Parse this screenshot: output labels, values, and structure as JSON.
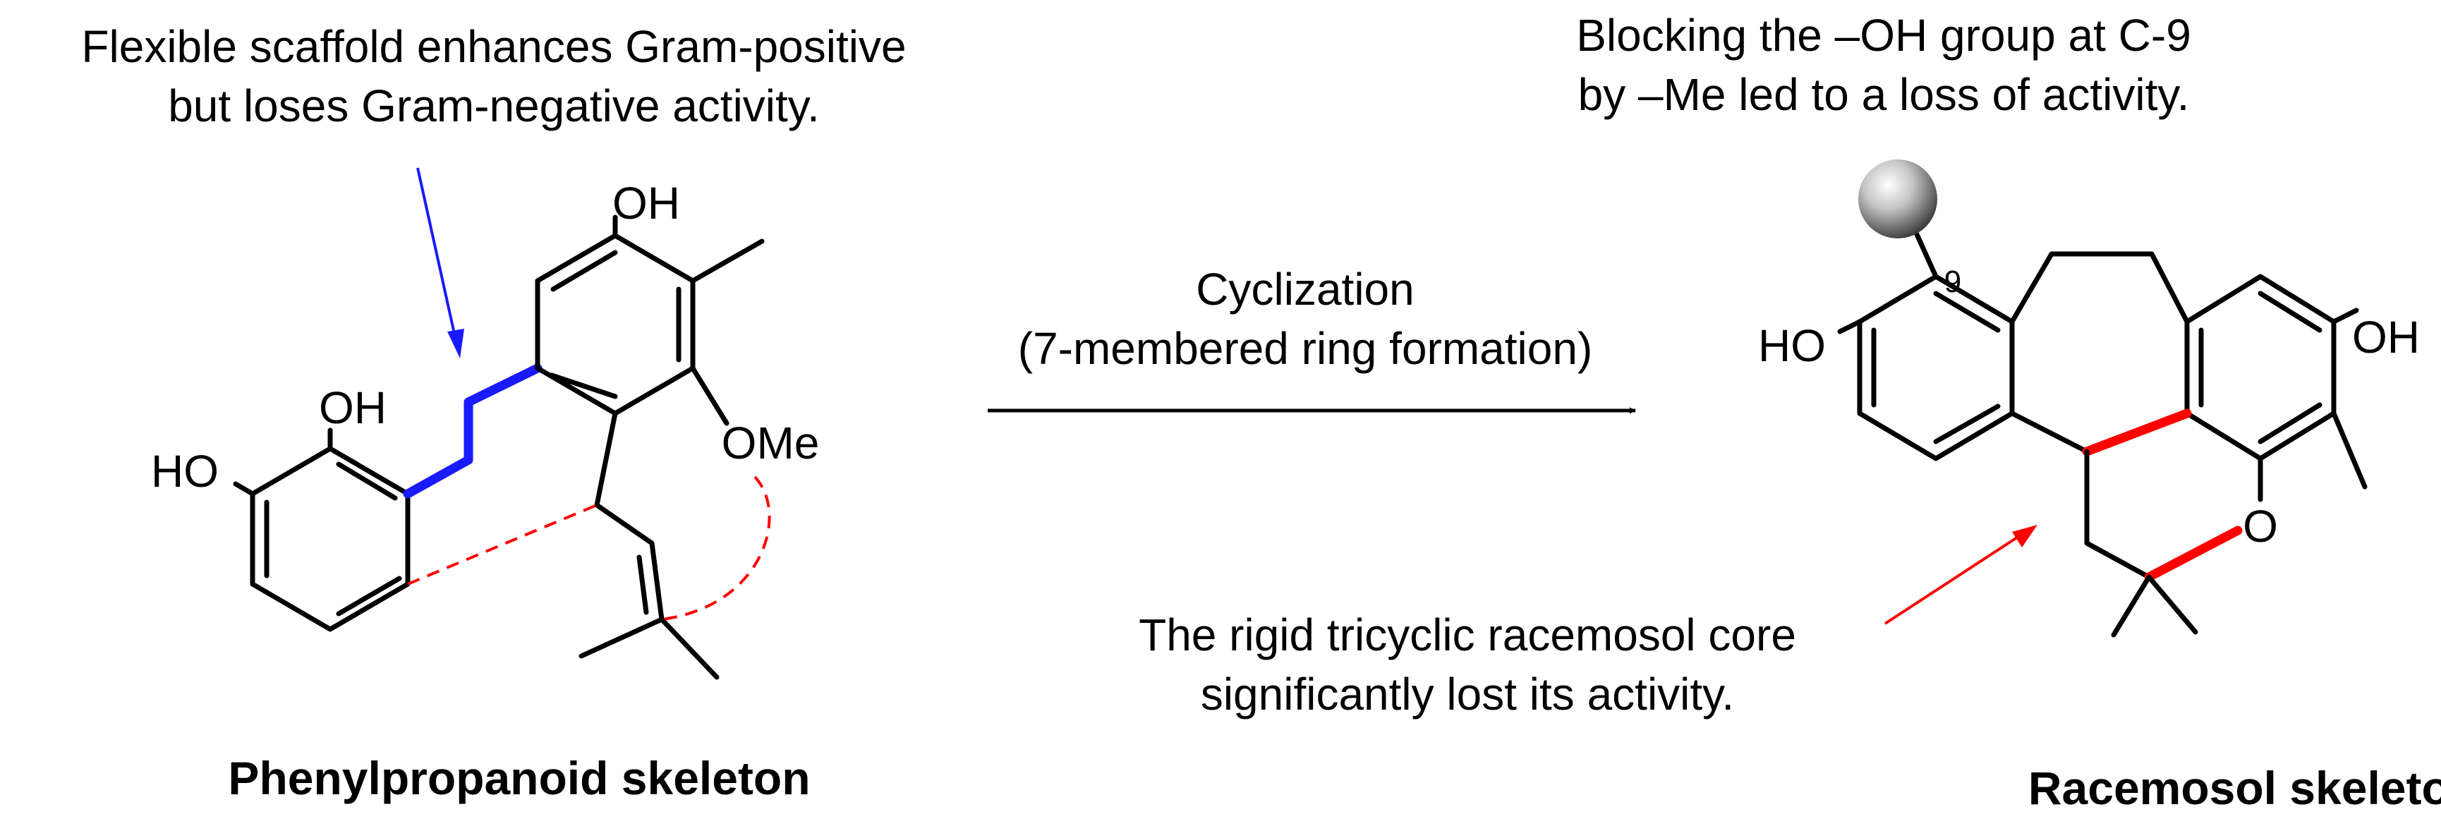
{
  "annotations": {
    "flexible_line1": "Flexible scaffold enhances Gram-positive",
    "flexible_line2": "but loses Gram-negative activity.",
    "blocking_line1": "Blocking the –OH group at C-9",
    "blocking_line2": "by –Me led to a loss of activity.",
    "rigid_line1": "The rigid tricyclic racemosol core",
    "rigid_line2": "significantly lost its activity."
  },
  "reaction": {
    "line1": "Cyclization",
    "line2": "(7-membered ring formation)"
  },
  "left_structure": {
    "title": "Phenylpropanoid skeleton",
    "labels": {
      "oh_top": "OH",
      "oh_catechol": "OH",
      "ho_catechol": "HO",
      "ome": "OMe"
    }
  },
  "right_structure": {
    "title": "Racemosol skeleton",
    "labels": {
      "ho_left": "HO",
      "oh_right": "OH",
      "ring_o": "O",
      "c9": "9"
    }
  },
  "colors": {
    "flexible_highlight": "#1a1aff",
    "rigid_highlight": "#ff0000",
    "sphere": "#9a9a9a"
  }
}
